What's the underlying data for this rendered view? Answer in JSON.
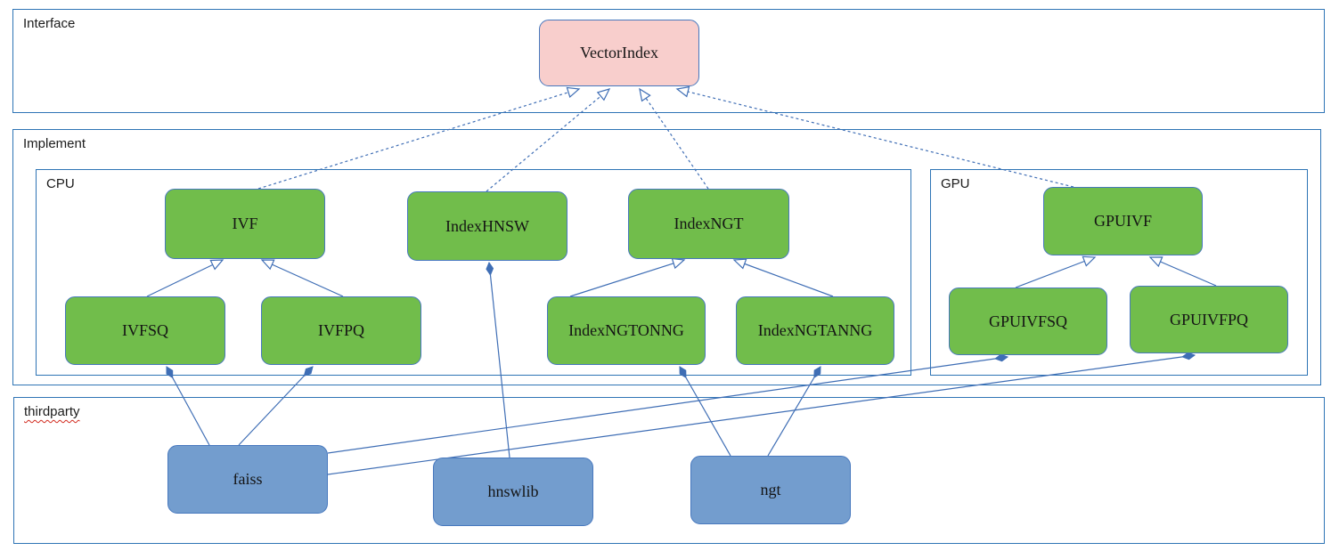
{
  "sections": {
    "interface": {
      "label": "Interface"
    },
    "implement": {
      "label": "Implement"
    },
    "cpu": {
      "label": "CPU"
    },
    "gpu": {
      "label": "GPU"
    },
    "thirdparty": {
      "label": "thirdparty"
    }
  },
  "nodes": {
    "vectorindex": {
      "label": "VectorIndex",
      "kind": "interface"
    },
    "ivf": {
      "label": "IVF",
      "kind": "implementation-cpu"
    },
    "indexhnsw": {
      "label": "IndexHNSW",
      "kind": "implementation-cpu"
    },
    "indexngt": {
      "label": "IndexNGT",
      "kind": "implementation-cpu"
    },
    "ivfsq": {
      "label": "IVFSQ",
      "kind": "implementation-cpu"
    },
    "ivfpq": {
      "label": "IVFPQ",
      "kind": "implementation-cpu"
    },
    "indexngtonng": {
      "label": "IndexNGTONNG",
      "kind": "implementation-cpu"
    },
    "indexngtanng": {
      "label": "IndexNGTANNG",
      "kind": "implementation-cpu"
    },
    "gpuivf": {
      "label": "GPUIVF",
      "kind": "implementation-gpu"
    },
    "gpuivfsq": {
      "label": "GPUIVFSQ",
      "kind": "implementation-gpu"
    },
    "gpuivfpq": {
      "label": "GPUIVFPQ",
      "kind": "implementation-gpu"
    },
    "faiss": {
      "label": "faiss",
      "kind": "thirdparty"
    },
    "hnswlib": {
      "label": "hnswlib",
      "kind": "thirdparty"
    },
    "ngt": {
      "label": "ngt",
      "kind": "thirdparty"
    }
  },
  "edges": [
    {
      "from": "IVF",
      "to": "VectorIndex",
      "relation": "realization"
    },
    {
      "from": "IndexHNSW",
      "to": "VectorIndex",
      "relation": "realization"
    },
    {
      "from": "IndexNGT",
      "to": "VectorIndex",
      "relation": "realization"
    },
    {
      "from": "GPUIVF",
      "to": "VectorIndex",
      "relation": "realization"
    },
    {
      "from": "IVFSQ",
      "to": "IVF",
      "relation": "generalization"
    },
    {
      "from": "IVFPQ",
      "to": "IVF",
      "relation": "generalization"
    },
    {
      "from": "IndexNGTONNG",
      "to": "IndexNGT",
      "relation": "generalization"
    },
    {
      "from": "IndexNGTANNG",
      "to": "IndexNGT",
      "relation": "generalization"
    },
    {
      "from": "GPUIVFSQ",
      "to": "GPUIVF",
      "relation": "generalization"
    },
    {
      "from": "GPUIVFPQ",
      "to": "GPUIVF",
      "relation": "generalization"
    },
    {
      "from": "faiss",
      "to": "IVFSQ",
      "relation": "composition"
    },
    {
      "from": "faiss",
      "to": "IVFPQ",
      "relation": "composition"
    },
    {
      "from": "faiss",
      "to": "GPUIVFSQ",
      "relation": "composition"
    },
    {
      "from": "faiss",
      "to": "GPUIVFPQ",
      "relation": "composition"
    },
    {
      "from": "hnswlib",
      "to": "IndexHNSW",
      "relation": "composition"
    },
    {
      "from": "ngt",
      "to": "IndexNGTONNG",
      "relation": "composition"
    },
    {
      "from": "ngt",
      "to": "IndexNGTANNG",
      "relation": "composition"
    }
  ],
  "colors": {
    "interface_fill": "#f8cecc",
    "implementation_fill": "#71bd4b",
    "thirdparty_fill": "#739dce",
    "node_border": "#4778be",
    "section_border": "#2e74b5",
    "connector": "#3f6eb5",
    "spellcheck_underline": "#d22a1e"
  }
}
